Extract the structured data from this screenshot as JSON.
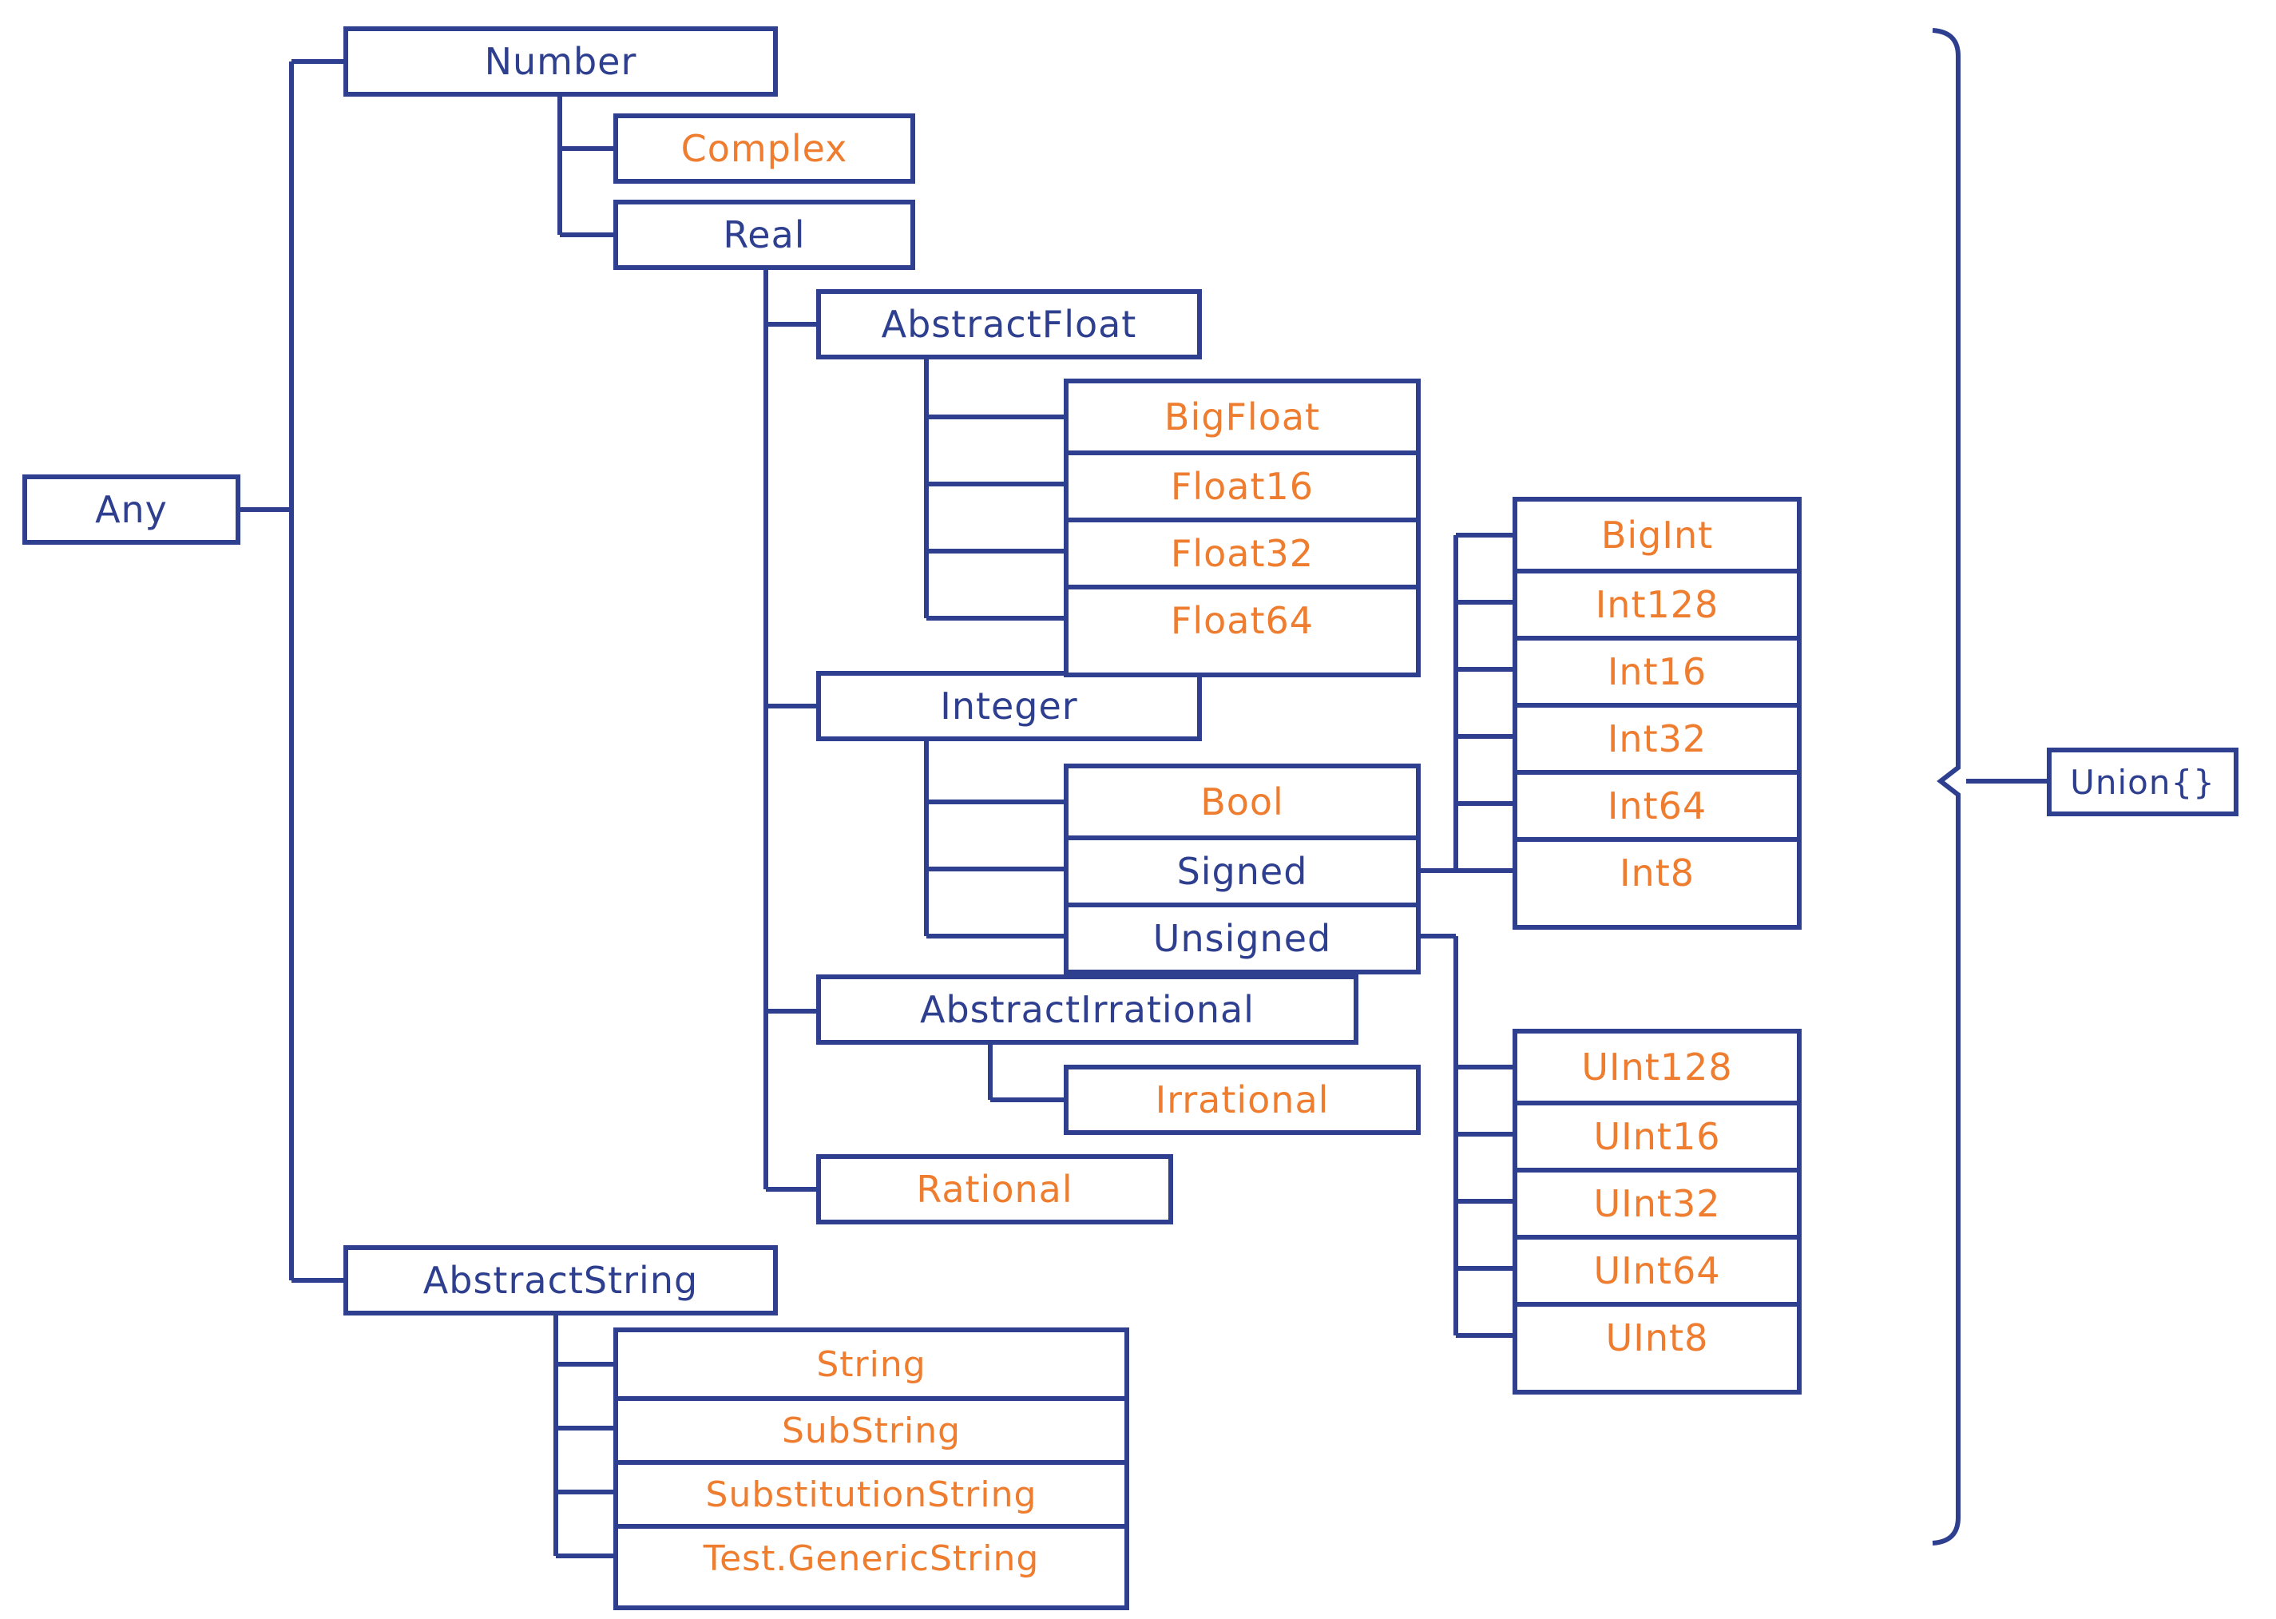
{
  "colors": {
    "abstract_type_text": "#2e3f8f",
    "concrete_type_text": "#ee7d2f",
    "box_border": "#2e3f8f",
    "connector_line": "#2e3f8f",
    "background": "#ffffff"
  },
  "nodes": {
    "any": {
      "label": "Any",
      "kind": "abstract"
    },
    "number": {
      "label": "Number",
      "kind": "abstract"
    },
    "complex": {
      "label": "Complex",
      "kind": "concrete"
    },
    "real": {
      "label": "Real",
      "kind": "abstract"
    },
    "abstractfloat": {
      "label": "AbstractFloat",
      "kind": "abstract"
    },
    "bigfloat": {
      "label": "BigFloat",
      "kind": "concrete"
    },
    "float16": {
      "label": "Float16",
      "kind": "concrete"
    },
    "float32": {
      "label": "Float32",
      "kind": "concrete"
    },
    "float64": {
      "label": "Float64",
      "kind": "concrete"
    },
    "integer": {
      "label": "Integer",
      "kind": "abstract"
    },
    "bool": {
      "label": "Bool",
      "kind": "concrete"
    },
    "signed": {
      "label": "Signed",
      "kind": "abstract"
    },
    "unsigned": {
      "label": "Unsigned",
      "kind": "abstract"
    },
    "bigint": {
      "label": "BigInt",
      "kind": "concrete"
    },
    "int128": {
      "label": "Int128",
      "kind": "concrete"
    },
    "int16": {
      "label": "Int16",
      "kind": "concrete"
    },
    "int32": {
      "label": "Int32",
      "kind": "concrete"
    },
    "int64": {
      "label": "Int64",
      "kind": "concrete"
    },
    "int8": {
      "label": "Int8",
      "kind": "concrete"
    },
    "abstractirrational": {
      "label": "AbstractIrrational",
      "kind": "abstract"
    },
    "irrational": {
      "label": "Irrational",
      "kind": "concrete"
    },
    "rational": {
      "label": "Rational",
      "kind": "concrete"
    },
    "abstractstring": {
      "label": "AbstractString",
      "kind": "abstract"
    },
    "string": {
      "label": "String",
      "kind": "concrete"
    },
    "substring": {
      "label": "SubString",
      "kind": "concrete"
    },
    "substitutionstring": {
      "label": "SubstitutionString",
      "kind": "concrete"
    },
    "testgenericstring": {
      "label": "Test.GenericString",
      "kind": "concrete"
    },
    "uint128": {
      "label": "UInt128",
      "kind": "concrete"
    },
    "uint16": {
      "label": "UInt16",
      "kind": "concrete"
    },
    "uint32": {
      "label": "UInt32",
      "kind": "concrete"
    },
    "uint64": {
      "label": "UInt64",
      "kind": "concrete"
    },
    "uint8": {
      "label": "UInt8",
      "kind": "concrete"
    },
    "union_bottom": {
      "label": "Union{}",
      "kind": "abstract"
    }
  },
  "edges": [
    [
      "Any",
      "Number"
    ],
    [
      "Any",
      "AbstractString"
    ],
    [
      "Number",
      "Complex"
    ],
    [
      "Number",
      "Real"
    ],
    [
      "Real",
      "AbstractFloat"
    ],
    [
      "Real",
      "Integer"
    ],
    [
      "Real",
      "AbstractIrrational"
    ],
    [
      "Real",
      "Rational"
    ],
    [
      "AbstractFloat",
      "BigFloat"
    ],
    [
      "AbstractFloat",
      "Float16"
    ],
    [
      "AbstractFloat",
      "Float32"
    ],
    [
      "AbstractFloat",
      "Float64"
    ],
    [
      "Integer",
      "Bool"
    ],
    [
      "Integer",
      "Signed"
    ],
    [
      "Integer",
      "Unsigned"
    ],
    [
      "Signed",
      "BigInt"
    ],
    [
      "Signed",
      "Int128"
    ],
    [
      "Signed",
      "Int16"
    ],
    [
      "Signed",
      "Int32"
    ],
    [
      "Signed",
      "Int64"
    ],
    [
      "Signed",
      "Int8"
    ],
    [
      "Unsigned",
      "UInt128"
    ],
    [
      "Unsigned",
      "UInt16"
    ],
    [
      "Unsigned",
      "UInt32"
    ],
    [
      "Unsigned",
      "UInt64"
    ],
    [
      "Unsigned",
      "UInt8"
    ],
    [
      "AbstractIrrational",
      "Irrational"
    ],
    [
      "AbstractString",
      "String"
    ],
    [
      "AbstractString",
      "SubString"
    ],
    [
      "AbstractString",
      "SubstitutionString"
    ],
    [
      "AbstractString",
      "Test.GenericString"
    ]
  ]
}
